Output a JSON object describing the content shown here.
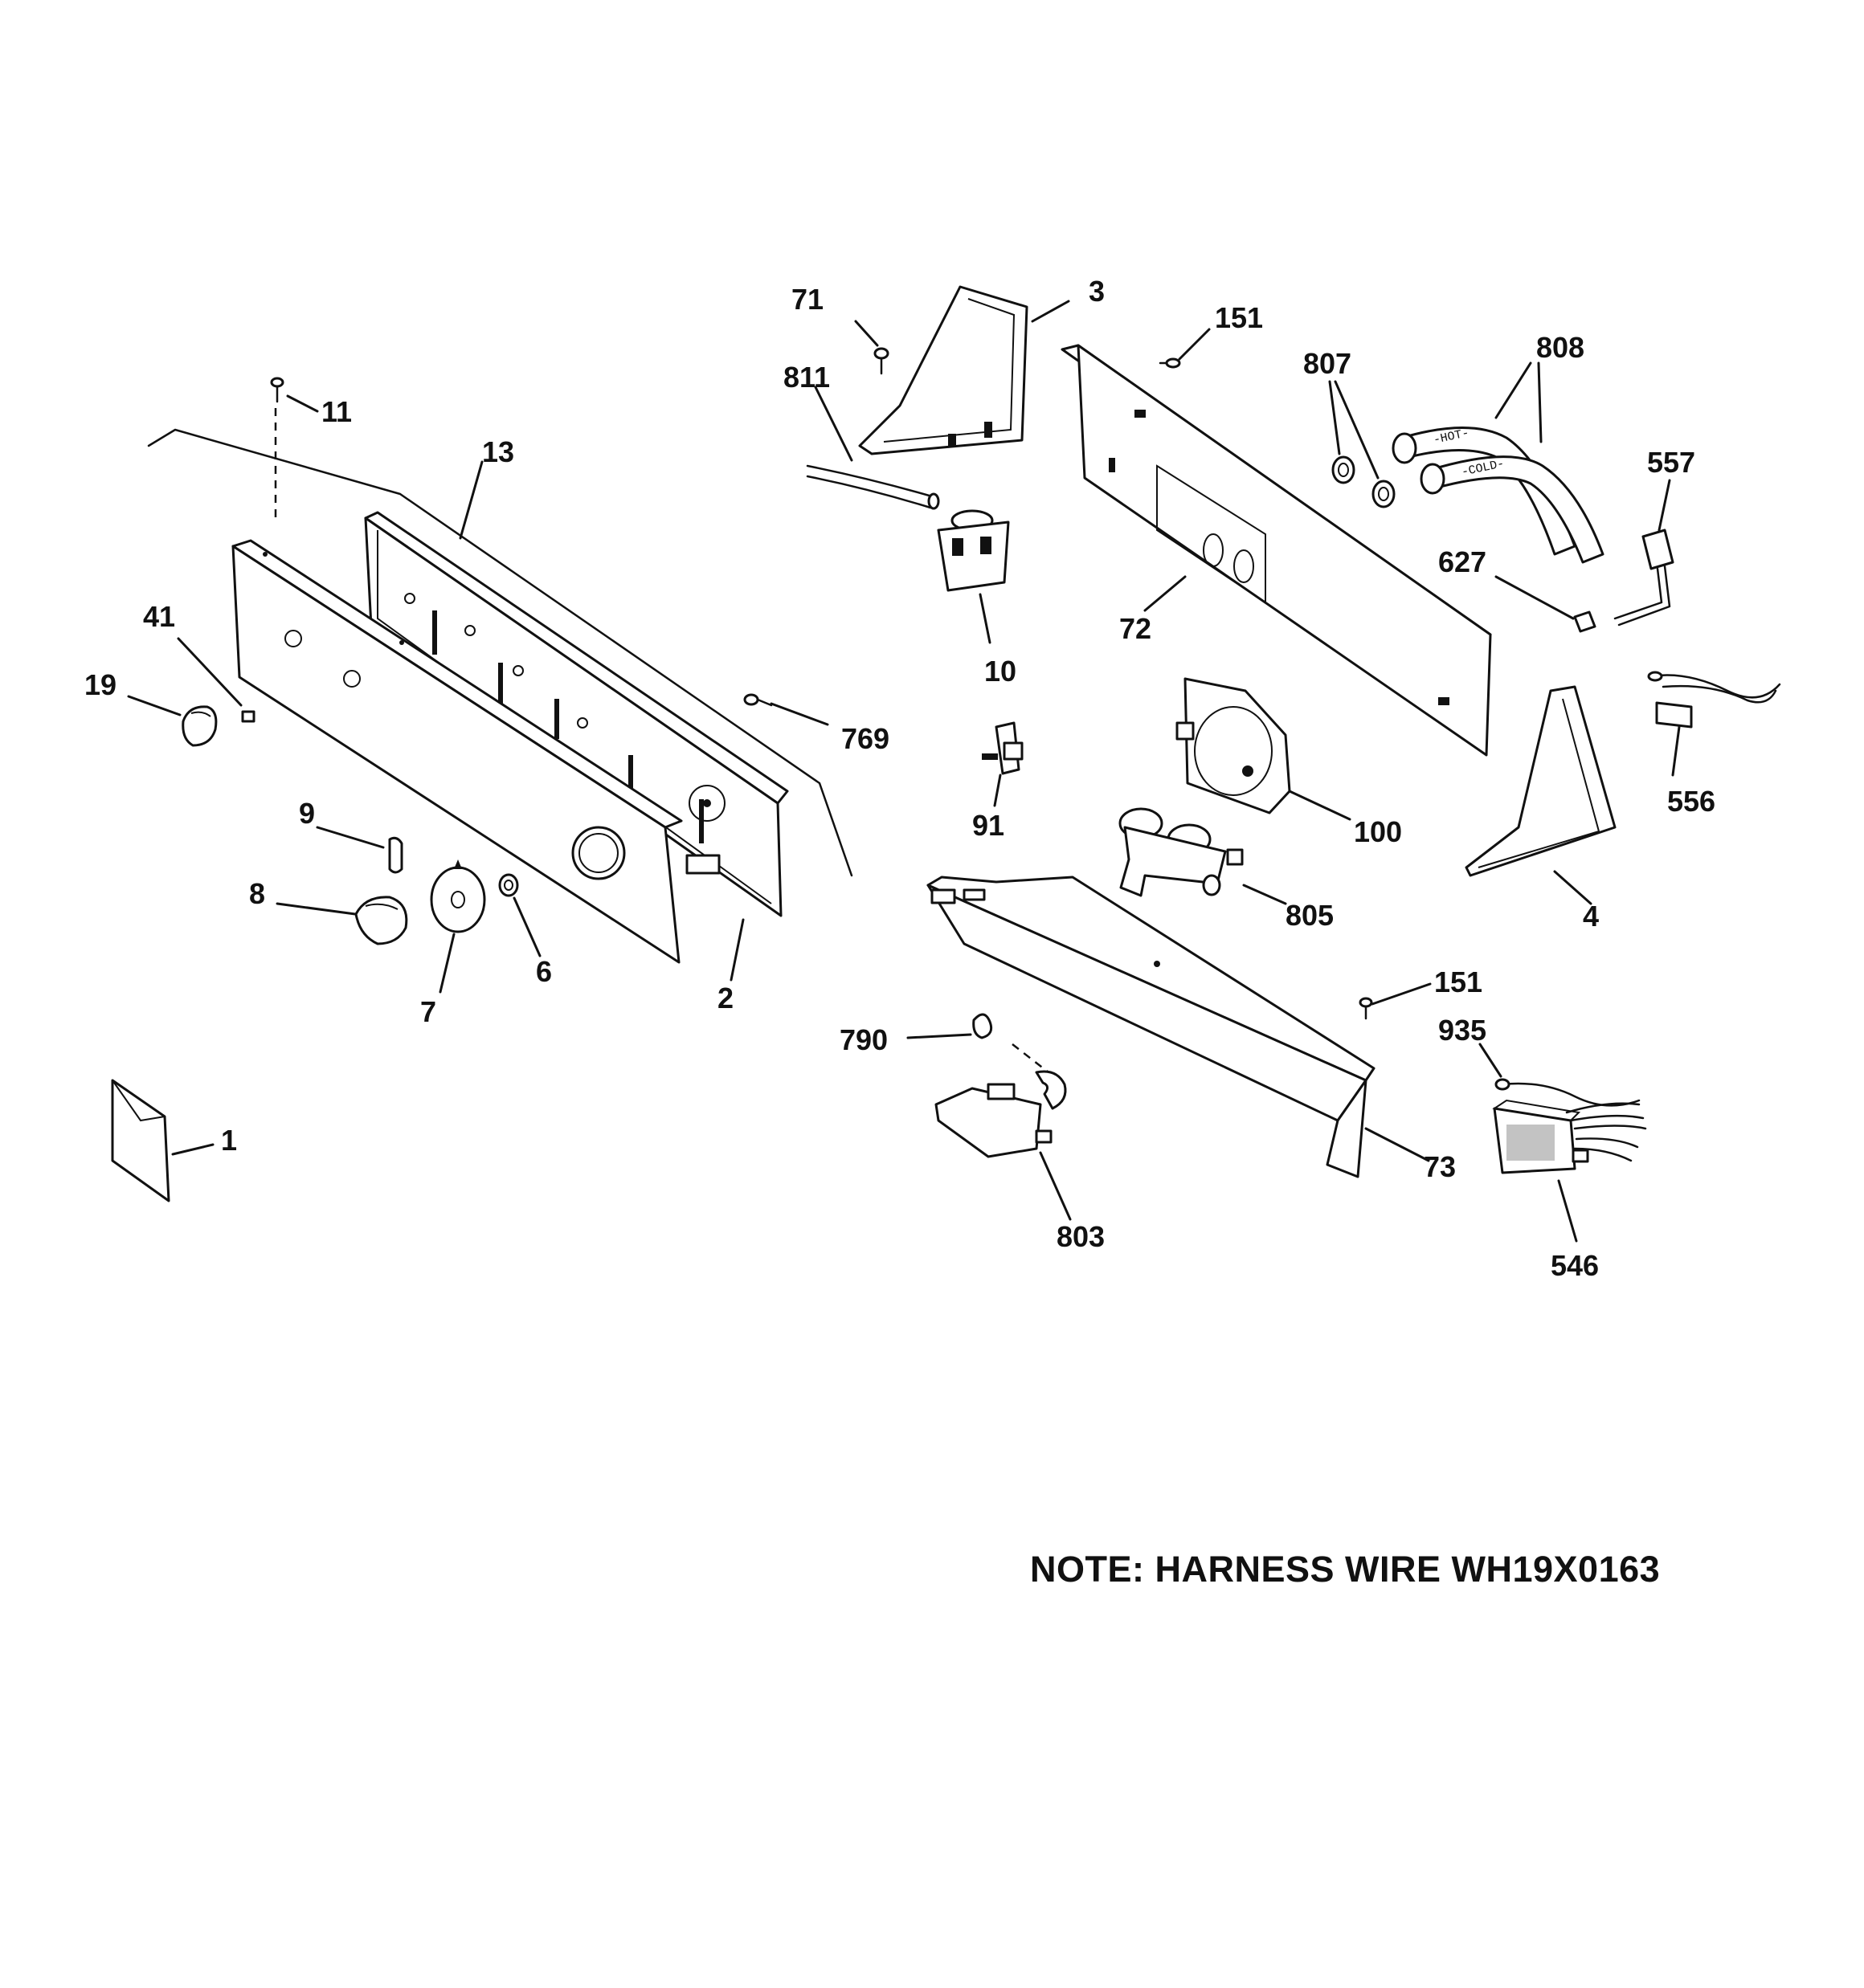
{
  "callouts": [
    {
      "id": "1",
      "text": "1"
    },
    {
      "id": "2",
      "text": "2"
    },
    {
      "id": "3",
      "text": "3"
    },
    {
      "id": "4",
      "text": "4"
    },
    {
      "id": "6",
      "text": "6"
    },
    {
      "id": "7",
      "text": "7"
    },
    {
      "id": "8",
      "text": "8"
    },
    {
      "id": "9",
      "text": "9"
    },
    {
      "id": "10",
      "text": "10"
    },
    {
      "id": "11",
      "text": "11"
    },
    {
      "id": "13",
      "text": "13"
    },
    {
      "id": "19",
      "text": "19"
    },
    {
      "id": "41",
      "text": "41"
    },
    {
      "id": "71",
      "text": "71"
    },
    {
      "id": "72",
      "text": "72"
    },
    {
      "id": "73",
      "text": "73"
    },
    {
      "id": "91",
      "text": "91"
    },
    {
      "id": "100",
      "text": "100"
    },
    {
      "id": "151a",
      "text": "151"
    },
    {
      "id": "151b",
      "text": "151"
    },
    {
      "id": "546",
      "text": "546"
    },
    {
      "id": "556",
      "text": "556"
    },
    {
      "id": "557",
      "text": "557"
    },
    {
      "id": "627",
      "text": "627"
    },
    {
      "id": "769",
      "text": "769"
    },
    {
      "id": "790",
      "text": "790"
    },
    {
      "id": "803",
      "text": "803"
    },
    {
      "id": "805",
      "text": "805"
    },
    {
      "id": "807",
      "text": "807"
    },
    {
      "id": "808",
      "text": "808"
    },
    {
      "id": "811",
      "text": "811"
    },
    {
      "id": "935",
      "text": "935"
    }
  ],
  "hose_labels": {
    "hot": "-HOT-",
    "cold": "-COLD-"
  },
  "note": "NOTE: HARNESS WIRE WH19X0163"
}
